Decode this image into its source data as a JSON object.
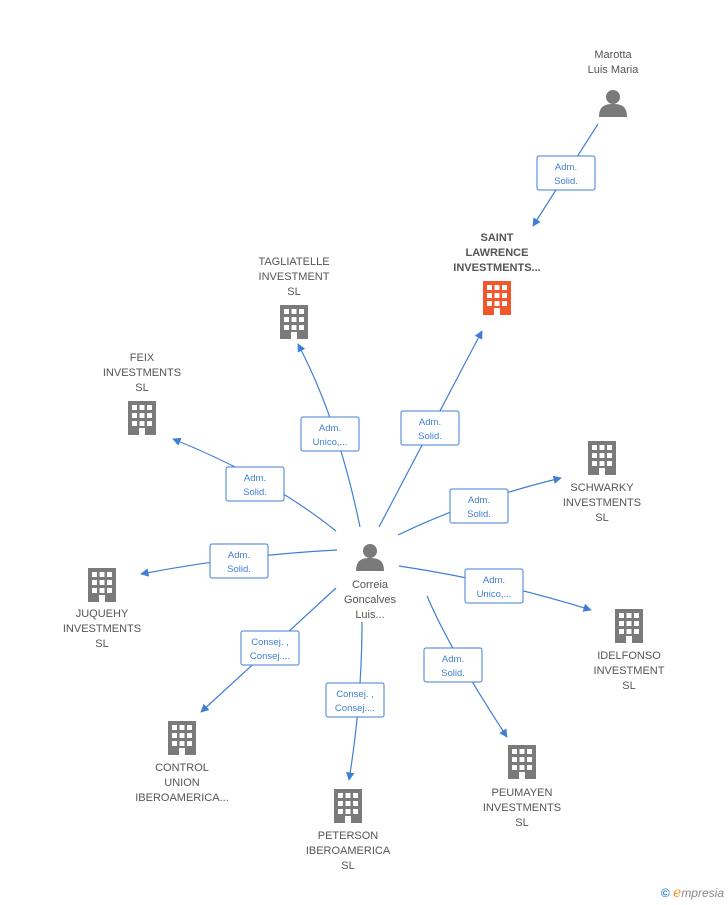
{
  "colors": {
    "edge": "#3f7fd3",
    "company": "#7a7a7a",
    "focus_company": "#f2572b",
    "person": "#7a7a7a",
    "label": "#555555"
  },
  "nodes": [
    {
      "id": "center",
      "kind": "person",
      "icon": "person-icon",
      "lines": [
        "Correia",
        "Goncalves",
        "Luis..."
      ]
    },
    {
      "id": "marotta",
      "kind": "person",
      "icon": "person-icon",
      "lines": [
        "Marotta",
        "Luis Maria"
      ]
    },
    {
      "id": "saint",
      "kind": "company",
      "focus": true,
      "icon": "building-icon",
      "lines": [
        "SAINT",
        "LAWRENCE",
        "INVESTMENTS..."
      ]
    },
    {
      "id": "tagliatelle",
      "kind": "company",
      "icon": "building-icon",
      "lines": [
        "TAGLIATELLE",
        "INVESTMENT",
        "SL"
      ]
    },
    {
      "id": "feix",
      "kind": "company",
      "icon": "building-icon",
      "lines": [
        "FEIX",
        "INVESTMENTS",
        "SL"
      ]
    },
    {
      "id": "schwarky",
      "kind": "company",
      "icon": "building-icon",
      "lines": [
        "SCHWARKY",
        "INVESTMENTS",
        "SL"
      ]
    },
    {
      "id": "juquehy",
      "kind": "company",
      "icon": "building-icon",
      "lines": [
        "JUQUEHY",
        "INVESTMENTS",
        "SL"
      ]
    },
    {
      "id": "idelfonso",
      "kind": "company",
      "icon": "building-icon",
      "lines": [
        "IDELFONSO",
        "INVESTMENT",
        "SL"
      ]
    },
    {
      "id": "control",
      "kind": "company",
      "icon": "building-icon",
      "lines": [
        "CONTROL",
        "UNION",
        "IBEROAMERICA..."
      ]
    },
    {
      "id": "peterson",
      "kind": "company",
      "icon": "building-icon",
      "lines": [
        "PETERSON",
        "IBEROAMERICA",
        "SL"
      ]
    },
    {
      "id": "peumayen",
      "kind": "company",
      "icon": "building-icon",
      "lines": [
        "PEUMAYEN",
        "INVESTMENTS",
        "SL"
      ]
    }
  ],
  "edges": [
    {
      "from": "marotta",
      "to": "saint",
      "label": [
        "Adm.",
        "Solid."
      ]
    },
    {
      "from": "center",
      "to": "saint",
      "label": [
        "Adm.",
        "Solid."
      ]
    },
    {
      "from": "center",
      "to": "tagliatelle",
      "label": [
        "Adm.",
        "Unico,..."
      ]
    },
    {
      "from": "center",
      "to": "feix",
      "label": [
        "Adm.",
        "Solid."
      ]
    },
    {
      "from": "center",
      "to": "schwarky",
      "label": [
        "Adm.",
        "Solid."
      ]
    },
    {
      "from": "center",
      "to": "juquehy",
      "label": [
        "Adm.",
        "Solid."
      ]
    },
    {
      "from": "center",
      "to": "idelfonso",
      "label": [
        "Adm.",
        "Unico,..."
      ]
    },
    {
      "from": "center",
      "to": "control",
      "label": [
        "Consej. ,",
        "Consej...."
      ]
    },
    {
      "from": "center",
      "to": "peterson",
      "label": [
        "Consej. ,",
        "Consej...."
      ]
    },
    {
      "from": "center",
      "to": "peumayen",
      "label": [
        "Adm.",
        "Solid."
      ]
    }
  ],
  "brand": {
    "copyright": "©",
    "e": "e",
    "rest": "mpresia"
  }
}
